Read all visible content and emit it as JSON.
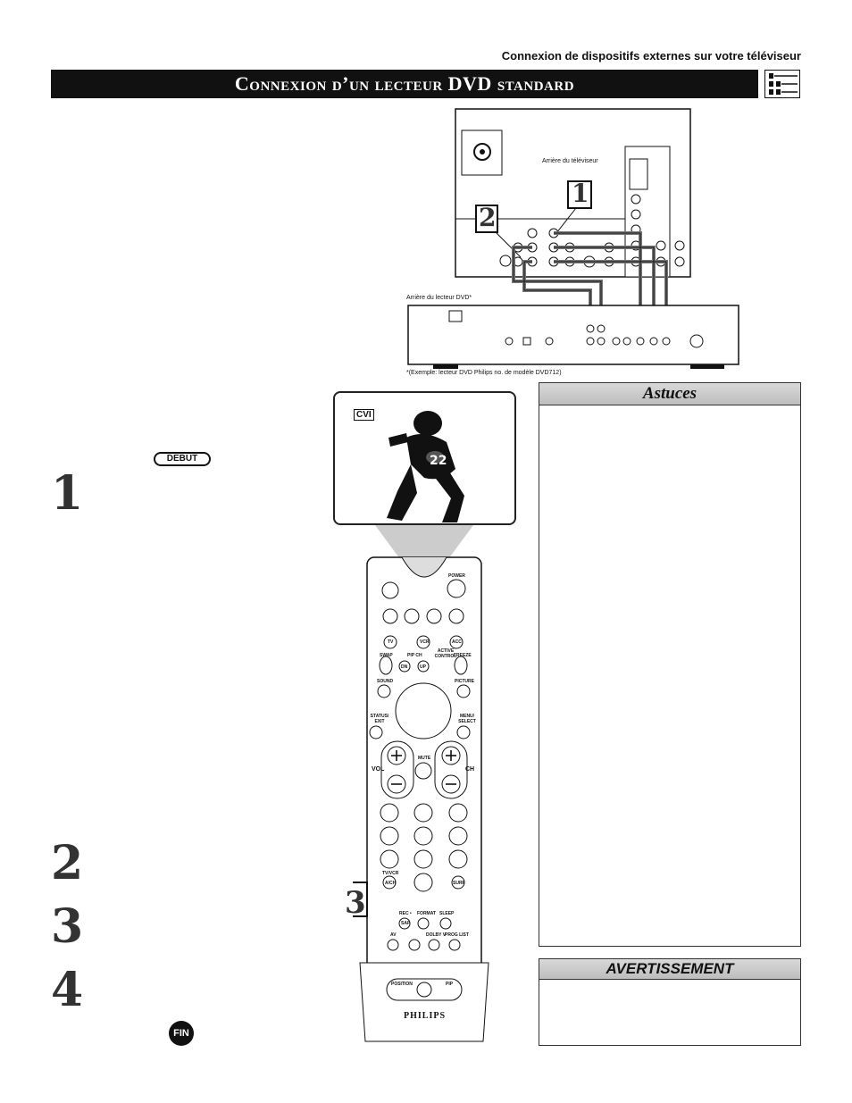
{
  "header": {
    "running_title": "Connexion de dispositifs externes sur votre téléviseur",
    "section_title": "Connexion d’un lecteur DVD standard"
  },
  "diagram": {
    "tv_label": "Arrière du téléviseur",
    "dvd_label": "Arrière du lecteur DVD*",
    "footnote": "*(Exemple: lecteur DVD Philips no. de modèle DVD712)",
    "callouts": [
      "1",
      "2"
    ]
  },
  "screen": {
    "badge": "CVI"
  },
  "steps": {
    "start_badge": "DEBUT",
    "numbers": [
      "1",
      "2",
      "3",
      "4"
    ],
    "end_badge": "FIN"
  },
  "remote": {
    "callout": "3",
    "labels": {
      "power": "POWER",
      "tv": "TV",
      "vcr": "VCR",
      "acc": "ACC",
      "swap": "SWAP",
      "pipch": "PIP CH",
      "active": "ACTIVE CONTROL",
      "freeze": "FREEZE",
      "dn": "DN",
      "up": "UP",
      "sound": "SOUND",
      "picture": "PICTURE",
      "status": "STATUS/ EXIT",
      "menu": "MENU/ SELECT",
      "mute": "MUTE",
      "vol": "VOL",
      "ch": "CH",
      "tvvcr": "TV/VCR",
      "ach": "A/CH",
      "surf": "SURF",
      "rec": "REC •",
      "format": "FORMAT",
      "sleep": "SLEEP",
      "sap": "SAP",
      "av": "AV",
      "dolby": "DOLBY V",
      "prog": "PROG LIST",
      "position": "POSITION",
      "pip": "PIP",
      "brand": "PHILIPS"
    }
  },
  "tips": {
    "title": "Astuces"
  },
  "warning": {
    "title": "AVERTISSEMENT"
  }
}
